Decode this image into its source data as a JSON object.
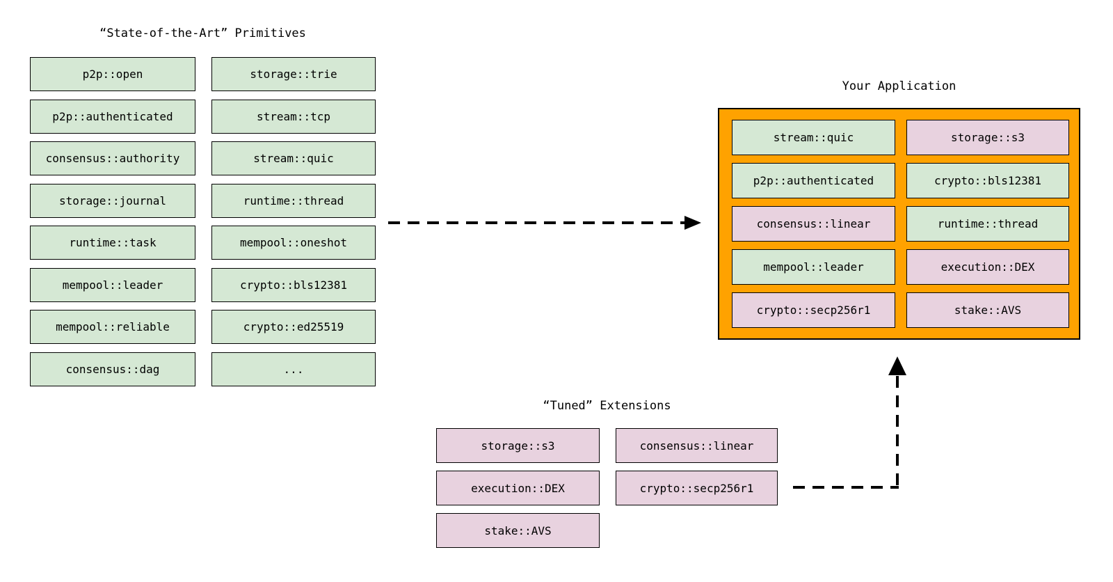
{
  "colors": {
    "green": "#d5e8d4",
    "pink": "#e8d2df",
    "orange": "#ffa200",
    "border": "#000000",
    "background": "#ffffff"
  },
  "primitives": {
    "title": "“State-of-the-Art” Primitives",
    "col1": [
      "p2p::open",
      "p2p::authenticated",
      "consensus::authority",
      "storage::journal",
      "runtime::task",
      "mempool::leader",
      "mempool::reliable",
      "consensus::dag"
    ],
    "col2": [
      "storage::trie",
      "stream::tcp",
      "stream::quic",
      "runtime::thread",
      "mempool::oneshot",
      "crypto::bls12381",
      "crypto::ed25519",
      "..."
    ]
  },
  "application": {
    "title": "Your Application",
    "cells": [
      {
        "label": "stream::quic",
        "variant": "green"
      },
      {
        "label": "storage::s3",
        "variant": "pink"
      },
      {
        "label": "p2p::authenticated",
        "variant": "green"
      },
      {
        "label": "crypto::bls12381",
        "variant": "green"
      },
      {
        "label": "consensus::linear",
        "variant": "pink"
      },
      {
        "label": "runtime::thread",
        "variant": "green"
      },
      {
        "label": "mempool::leader",
        "variant": "green"
      },
      {
        "label": "execution::DEX",
        "variant": "pink"
      },
      {
        "label": "crypto::secp256r1",
        "variant": "pink"
      },
      {
        "label": "stake::AVS",
        "variant": "pink"
      }
    ]
  },
  "extensions": {
    "title": "“Tuned” Extensions",
    "col1": [
      "storage::s3",
      "execution::DEX",
      "stake::AVS"
    ],
    "col2": [
      "consensus::linear",
      "crypto::secp256r1"
    ]
  }
}
